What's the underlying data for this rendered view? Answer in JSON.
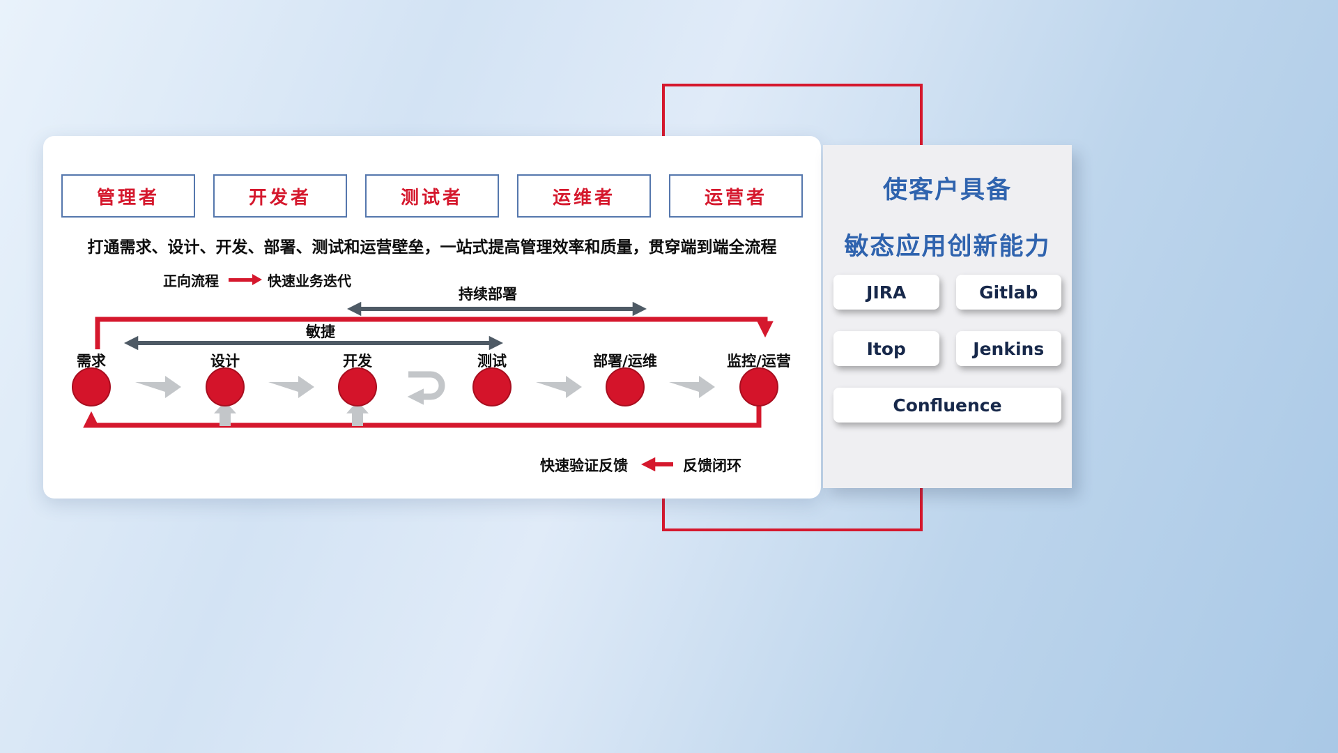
{
  "colors": {
    "red": "#d5182d",
    "dark": "#4e5a65",
    "gray": "#c3c6c9",
    "blue": "#2f63ae",
    "ink": "#0d0d0d"
  },
  "roles": [
    {
      "label": "管理者"
    },
    {
      "label": "开发者"
    },
    {
      "label": "测试者"
    },
    {
      "label": "运维者"
    },
    {
      "label": "运营者"
    }
  ],
  "subtitle": "打通需求、设计、开发、部署、测试和运营壁垒，一站式提高管理效率和质量，贯穿端到端全流程",
  "legend_forward": {
    "label": "正向流程",
    "desc": "快速业务迭代"
  },
  "flow": {
    "continuous_deploy_label": "持续部署",
    "agile_label": "敏捷",
    "nodes": [
      {
        "label": "需求"
      },
      {
        "label": "设计"
      },
      {
        "label": "开发"
      },
      {
        "label": "测试"
      },
      {
        "label": "部署/运维"
      },
      {
        "label": "监控/运营"
      }
    ],
    "feedback_desc": "快速验证反馈",
    "feedback_label": "反馈闭环"
  },
  "panel": {
    "title_line1": "使客户具备",
    "title_line2": "敏态应用创新能力",
    "tools": [
      {
        "label": "JIRA"
      },
      {
        "label": "Gitlab"
      },
      {
        "label": "Itop"
      },
      {
        "label": "Jenkins"
      },
      {
        "label": "Confluence"
      }
    ]
  }
}
